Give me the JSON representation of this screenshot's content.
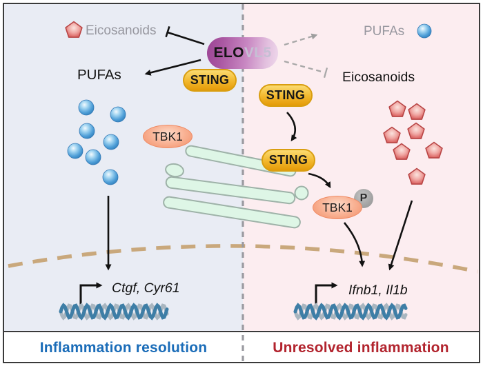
{
  "enzyme": {
    "name_bold": "ELO",
    "name_light": "VL5"
  },
  "left_panel": {
    "eicosanoid_legend": "Eicosanoids",
    "pufa_label": "PUFAs",
    "sting": "STING",
    "tbk1": "TBK1",
    "genes": "Ctgf, Cyr61",
    "footer": "Inflammation resolution"
  },
  "right_panel": {
    "pufa_legend": "PUFAs",
    "eicosanoid_label": "Eicosanoids",
    "sting_upper": "STING",
    "sting_lower": "STING",
    "tbk1": "TBK1",
    "phospho": "P",
    "genes": "Ifnb1, Il1b",
    "footer": "Unresolved inflammation"
  },
  "icons": {
    "pufa": "blue-sphere-icon",
    "eicosanoid": "red-pentagon-icon",
    "phospho": "gray-circle-p-badge"
  },
  "colors": {
    "left_bg": "#e9ecf4",
    "right_bg": "#fcedf0",
    "footer_left": "#1a6cb8",
    "footer_right": "#b2242e",
    "elovl5_dark": "#9c4595",
    "elovl5_light": "#e9d4e6",
    "sting_gold": "#f2b72c",
    "tbk1_salmon": "#f49a76",
    "pufa_blue": "#4f9fd8",
    "eicosanoid_red": "#d9605e",
    "membrane_tan": "#c9a87c",
    "golgi_green": "#def6e6",
    "divider_gray": "#9a9aa0",
    "border_dark": "#3a3a3a"
  }
}
